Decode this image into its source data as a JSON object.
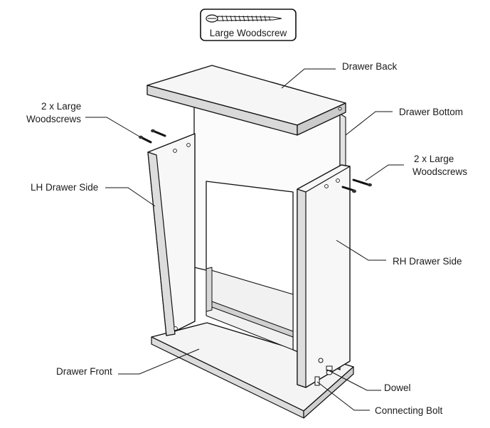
{
  "legend": {
    "label": "Large Woodscrew",
    "icon": "woodscrew-icon"
  },
  "labels": {
    "drawer_back": "Drawer Back",
    "drawer_bottom": "Drawer Bottom",
    "screws_left_1": "2 x Large",
    "screws_left_2": "Woodscrews",
    "screws_right_1": "2 x Large",
    "screws_right_2": "Woodscrews",
    "lh_side": "LH Drawer Side",
    "rh_side": "RH Drawer Side",
    "drawer_front": "Drawer Front",
    "dowel": "Dowel",
    "connecting_bolt": "Connecting Bolt"
  }
}
